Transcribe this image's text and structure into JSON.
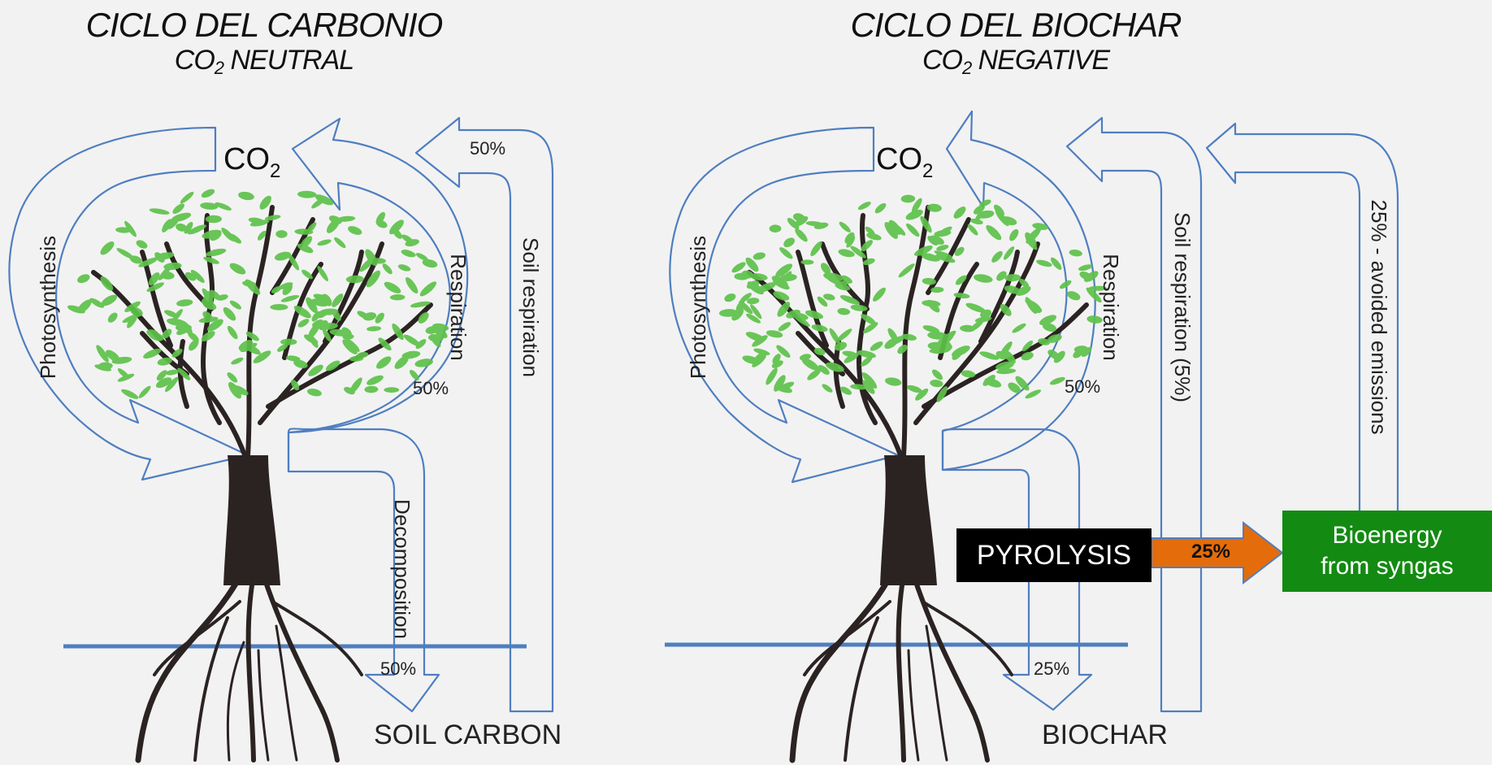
{
  "left": {
    "title": "CICLO DEL CARBONIO",
    "subtitle_prefix": "CO",
    "subtitle_sub": "2",
    "subtitle_suffix": " NEUTRAL",
    "co2_main": "CO",
    "co2_sub": "2",
    "photosynthesis": "Photosynthesis",
    "respiration": "Respiration",
    "respiration_pct": "50%",
    "soil_respiration": "Soil respiration",
    "soil_respiration_pct": "50%",
    "decomposition": "Decomposition",
    "decomposition_pct": "50%",
    "bottom_label": "SOIL CARBON"
  },
  "right": {
    "title": "CICLO DEL BIOCHAR",
    "subtitle_prefix": "CO",
    "subtitle_sub": "2",
    "subtitle_suffix": " NEGATIVE",
    "co2_main": "CO",
    "co2_sub": "2",
    "photosynthesis": "Photosynthesis",
    "respiration": "Respiration",
    "respiration_pct": "50%",
    "soil_respiration": "Soil respiration (5%)",
    "avoided": "25% - avoided emissions",
    "pyrolysis": "PYROLYSIS",
    "pyrolysis_pct": "25%",
    "bioenergy_line1": "Bioenergy",
    "bioenergy_line2": "from syngas",
    "biochar_pct": "25%",
    "bottom_label": "BIOCHAR"
  },
  "colors": {
    "arrow_stroke": "#4f7ec0",
    "ground_line": "#4f7ec0",
    "leaf": "#5ec24a",
    "trunk": "#2b2322",
    "pyrolysis_box": "#000000",
    "bioenergy_box": "#138a12",
    "pyrolysis_arrow": "#e46c0a"
  }
}
